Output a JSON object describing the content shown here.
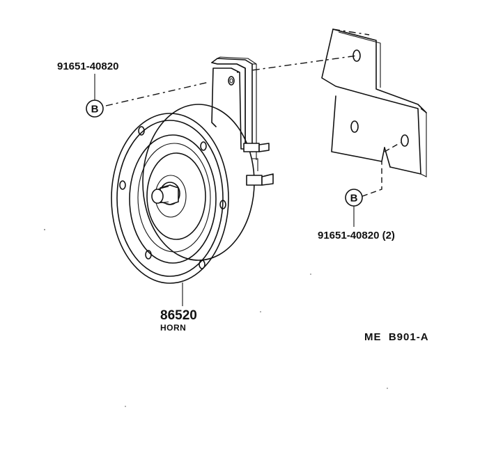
{
  "diagram": {
    "parts": {
      "bolt_top": {
        "part_number": "91651-40820",
        "callout": "B"
      },
      "bolt_bottom": {
        "part_number": "91651-40820 (2)",
        "callout": "B"
      },
      "horn": {
        "part_number": "86520",
        "name": "HORN"
      }
    },
    "reference_code": "ME  B901-A"
  }
}
